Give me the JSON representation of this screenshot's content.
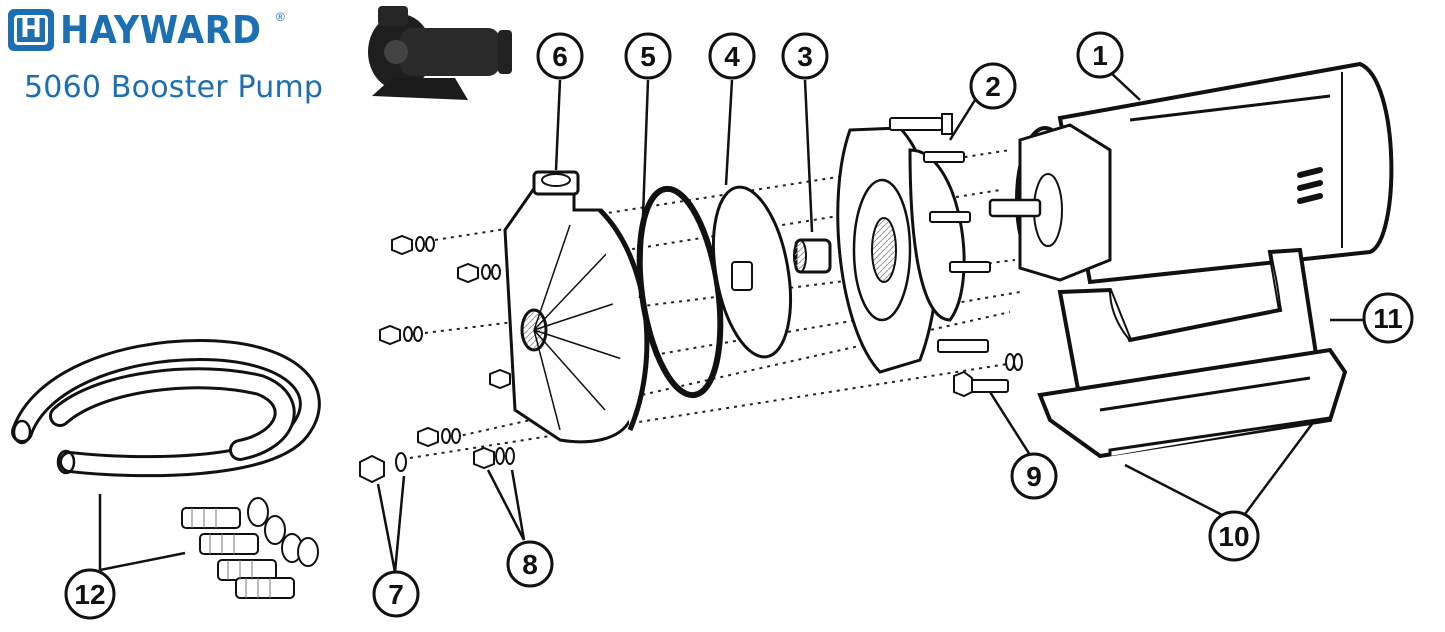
{
  "brand": {
    "name": "HAYWARD",
    "registered": "®",
    "logo_icon": "hayward-h-logo-icon",
    "color": "#1c6fb3"
  },
  "title": "5060 Booster Pump",
  "callouts": [
    {
      "id": "motor",
      "label": "1"
    },
    {
      "id": "seal-plate",
      "label": "2"
    },
    {
      "id": "shaft-seal",
      "label": "3"
    },
    {
      "id": "impeller",
      "label": "4"
    },
    {
      "id": "o-ring",
      "label": "5"
    },
    {
      "id": "pump-housing",
      "label": "6"
    },
    {
      "id": "bolt-washer",
      "label": "7"
    },
    {
      "id": "nut-washer",
      "label": "8"
    },
    {
      "id": "motor-bolt",
      "label": "9"
    },
    {
      "id": "base-foot",
      "label": "10"
    },
    {
      "id": "motor-support",
      "label": "11"
    },
    {
      "id": "hose-kit",
      "label": "12"
    }
  ]
}
